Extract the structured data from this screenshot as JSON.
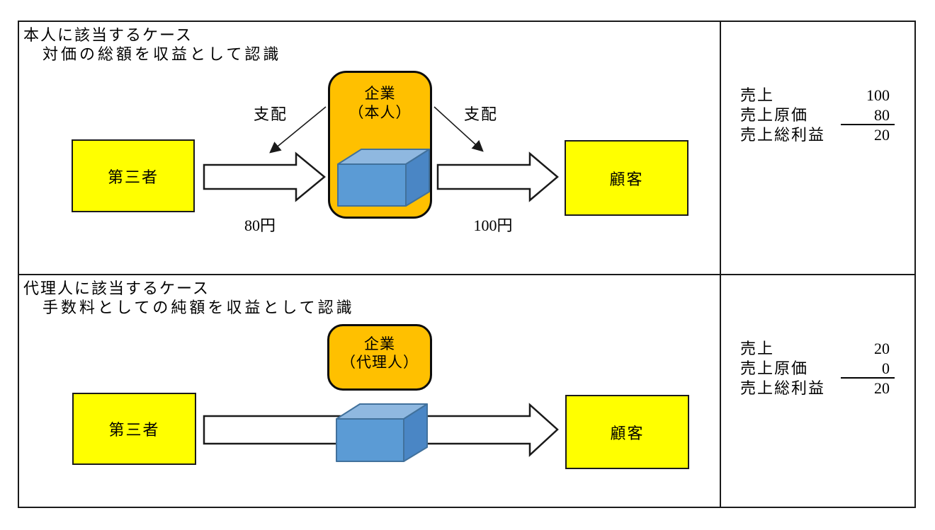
{
  "panels": [
    {
      "title_line1": "本人に該当するケース",
      "title_line2": "対価の総額を収益として認識",
      "third_party": "第三者",
      "company_line1": "企業",
      "company_line2": "（本人）",
      "customer": "顧客",
      "control_left": "支配",
      "control_right": "支配",
      "price_left": "80円",
      "price_right": "100円",
      "financials": {
        "rows": [
          {
            "label": "売上",
            "value": "100"
          },
          {
            "label": "売上原価",
            "value": "80"
          },
          {
            "label": "売上総利益",
            "value": "20"
          }
        ]
      }
    },
    {
      "title_line1": "代理人に該当するケース",
      "title_line2": "手数料としての純額を収益として認識",
      "third_party": "第三者",
      "company_line1": "企業",
      "company_line2": "（代理人）",
      "customer": "顧客",
      "financials": {
        "rows": [
          {
            "label": "売上",
            "value": "20"
          },
          {
            "label": "売上原価",
            "value": "0"
          },
          {
            "label": "売上総利益",
            "value": "20"
          }
        ]
      }
    }
  ],
  "colors": {
    "box_yellow": "#FFFF00",
    "company_orange": "#FFC000",
    "arrow_fill": "#FFFFFF",
    "cube_front": "#5B9BD5",
    "cube_top": "#8FB8E0",
    "cube_side": "#4A86C5",
    "cube_outline": "#41719C",
    "line_black": "#1a1a1a"
  }
}
